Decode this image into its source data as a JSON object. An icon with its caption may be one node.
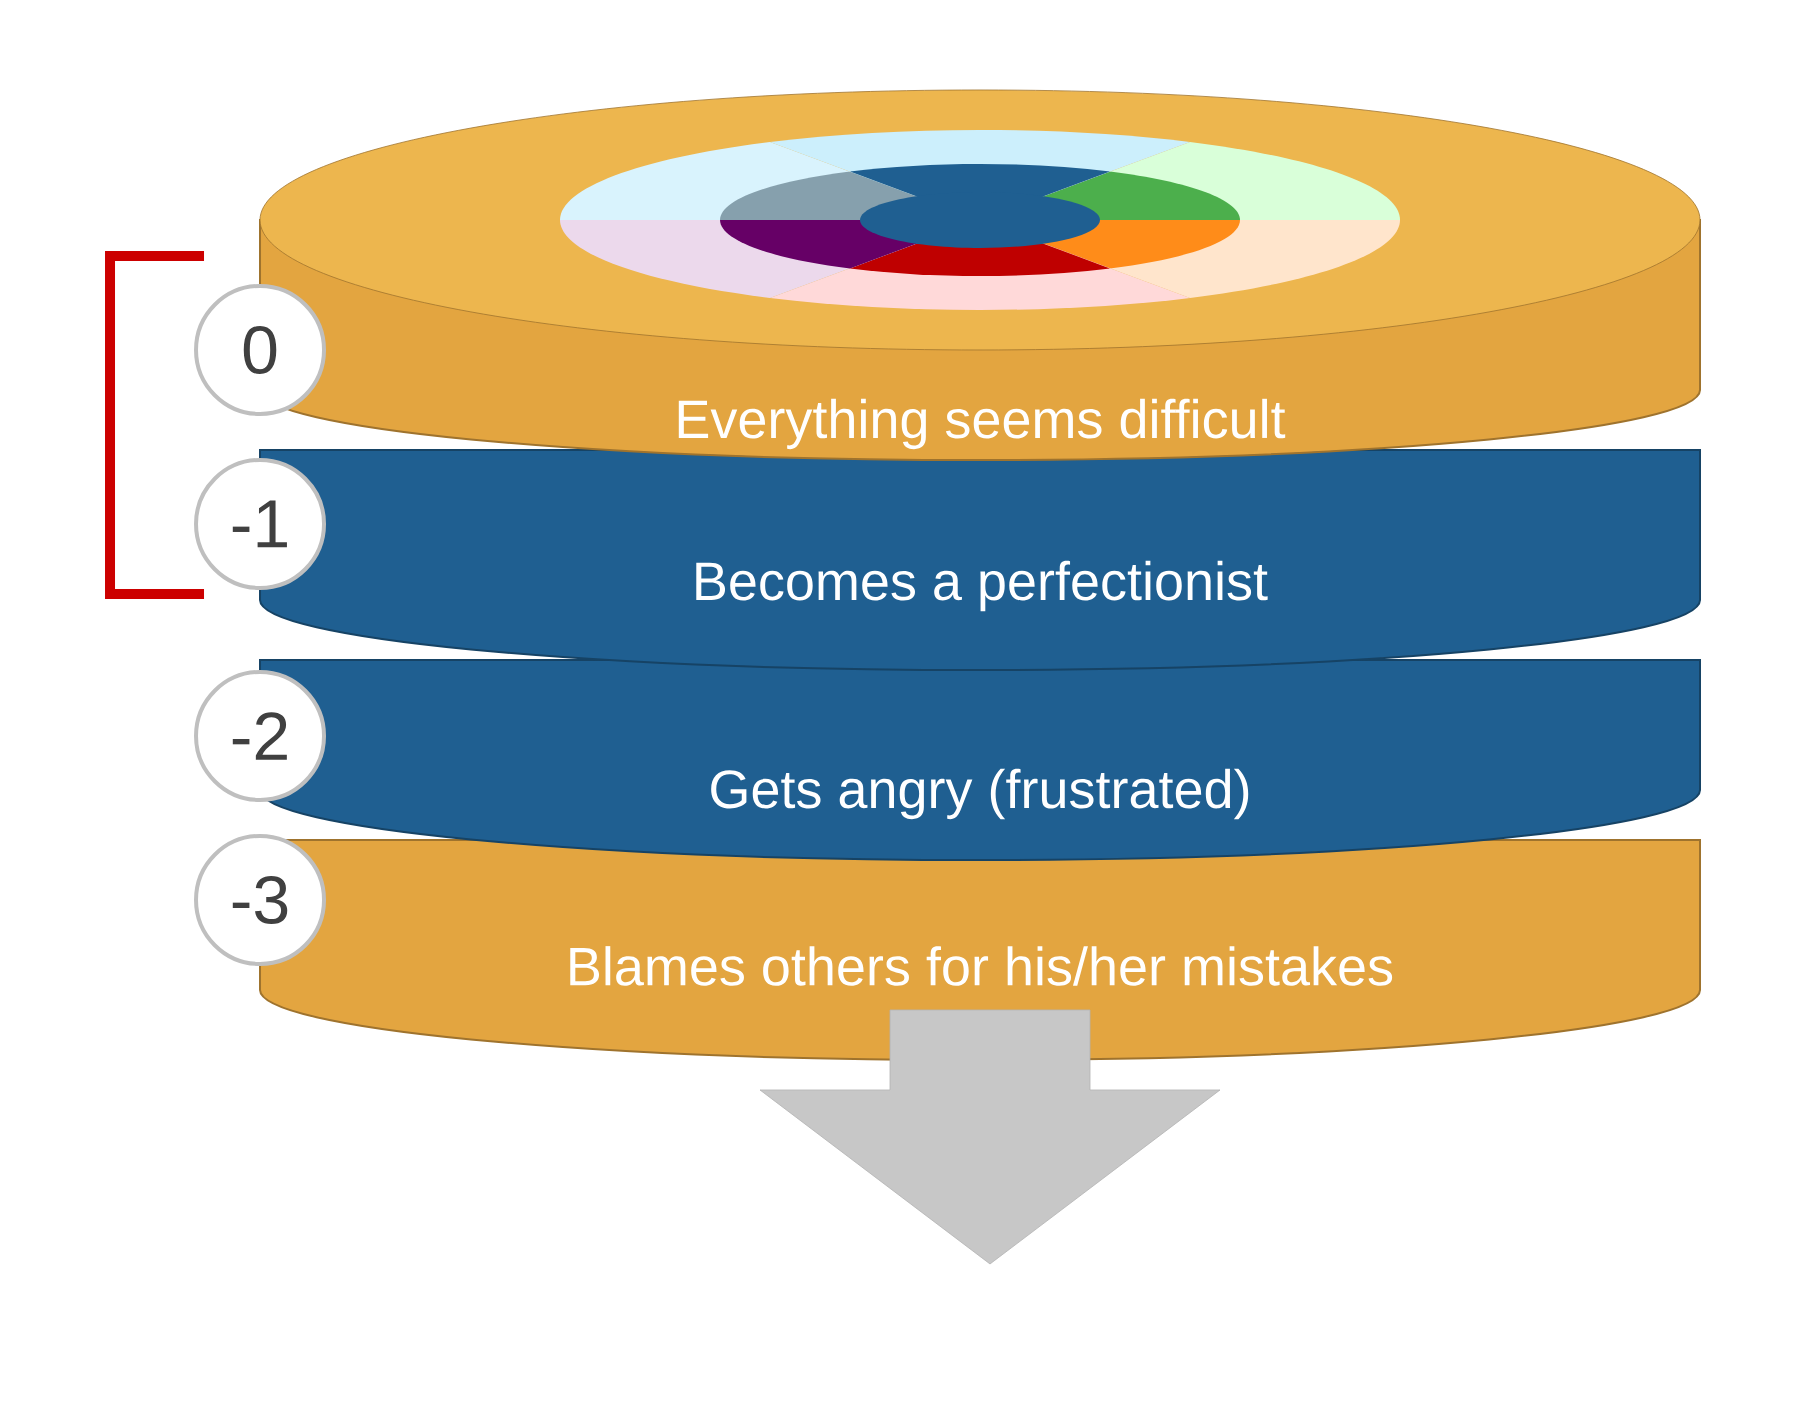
{
  "diagram": {
    "nodes": [
      {
        "text": [
          "Everything seems difficult"
        ]
      },
      {
        "text": [
          "Becomes a perfectionist"
        ]
      },
      {
        "text": [
          "Gets angry (frustrated)"
        ]
      },
      {
        "text": [
          "Blames others for his/her mistakes"
        ]
      },
      {
        "text": [
          "0"
        ]
      },
      {
        "text": [
          "-1"
        ]
      },
      {
        "text": [
          "-2"
        ]
      },
      {
        "text": [
          "-3"
        ]
      }
    ]
  }
}
